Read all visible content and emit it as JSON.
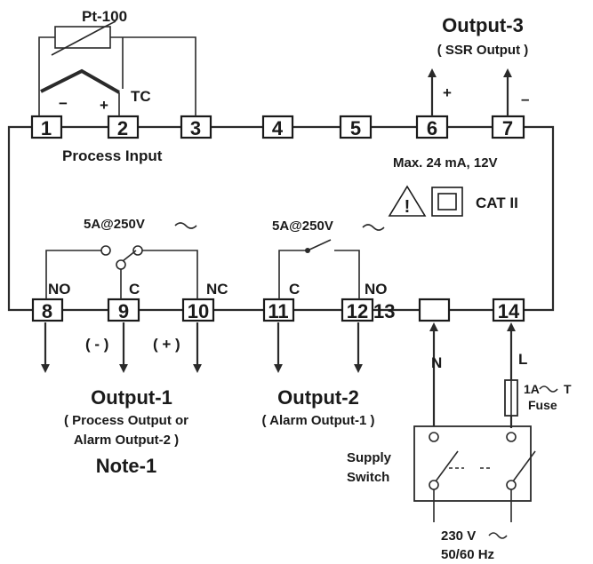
{
  "terminals": [
    "1",
    "2",
    "3",
    "4",
    "5",
    "6",
    "7",
    "8",
    "9",
    "10",
    "11",
    "12",
    "13",
    "14"
  ],
  "labels": {
    "pt100": "Pt-100",
    "tc": "TC",
    "tc_minus": "−",
    "tc_plus": "+",
    "process_input": "Process Input",
    "output3_title": "Output-3",
    "output3_sub": "( SSR Output )",
    "plus": "+",
    "minus": "–",
    "max_rating": "Max. 24 mA, 12V",
    "cat": "CAT II",
    "relay1_rating": "5A@250V",
    "relay2_rating": "5A@250V",
    "no1": "NO",
    "c1": "C",
    "nc1": "NC",
    "c2": "C",
    "no2": "NO",
    "pol_minus": "( - )",
    "pol_plus": "( + )",
    "output1_title": "Output-1",
    "output1_line1": "( Process Output or",
    "output1_line2": "Alarm Output-2 )",
    "note": "Note-1",
    "output2_title": "Output-2",
    "output2_sub": "( Alarm Output-1 )",
    "n": "N",
    "l": "L",
    "fuse_rating": "1A",
    "fuse_t": "T",
    "fuse": "Fuse",
    "supply1": "Supply",
    "supply2": "Switch",
    "mains_v": "230 V",
    "mains_hz": "50/60 Hz"
  },
  "colors": {
    "line": "#2a2a2a",
    "text": "#1a1a1a",
    "background": "#ffffff"
  }
}
